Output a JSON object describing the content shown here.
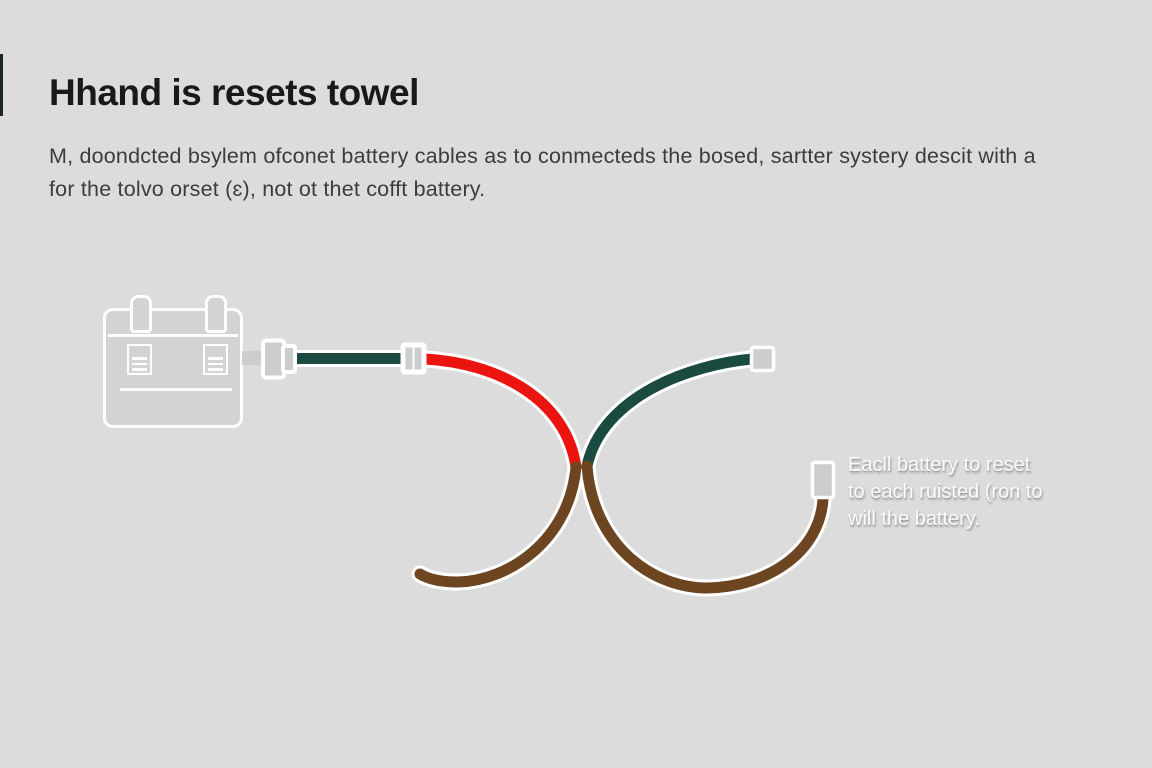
{
  "page": {
    "title": "Hhand is resets towel",
    "subtitle": {
      "lines": [
        "M, doondcted bsylem ofconet battery cables as to conmecteds the bosed, sartter systery descit with a",
        "for the tolvo orset (ɛ), not ot thet cofft battery."
      ]
    }
  },
  "annotation": {
    "lines": [
      "Eacll battery to reset",
      "to each ruisted (ron to",
      "will the battery."
    ]
  },
  "diagram": {
    "icons": [
      "car-battery-icon",
      "battery-plug-connector-icon",
      "inline-coupler-connector-icon",
      "square-terminal-connector-icon",
      "side-terminal-connector-icon"
    ],
    "cables": [
      {
        "name": "teal-lead-from-battery",
        "color_key": "cable-teal"
      },
      {
        "name": "red-jumper-left-loop",
        "color_key": "cable-red"
      },
      {
        "name": "brown-ground-left-loop",
        "color_key": "cable-brown"
      },
      {
        "name": "teal-jumper-right-loop",
        "color_key": "cable-teal"
      },
      {
        "name": "brown-ground-right-loop",
        "color_key": "cable-brown"
      }
    ]
  },
  "colors": {
    "background": "#dbdcdb",
    "title-text": "#191919",
    "subtitle-text": "#3c3c3c",
    "annotation-text": "#fcfcfc",
    "battery-fill": "#d1d4d2",
    "battery-outline": "#fefefe",
    "cable-teal": "#1b4a41",
    "cable-red": "#ec1410",
    "cable-brown": "#6d4621",
    "connector-fill": "#cbcecd",
    "halo": "#ffffff",
    "edge-mark": "#1d2722"
  }
}
